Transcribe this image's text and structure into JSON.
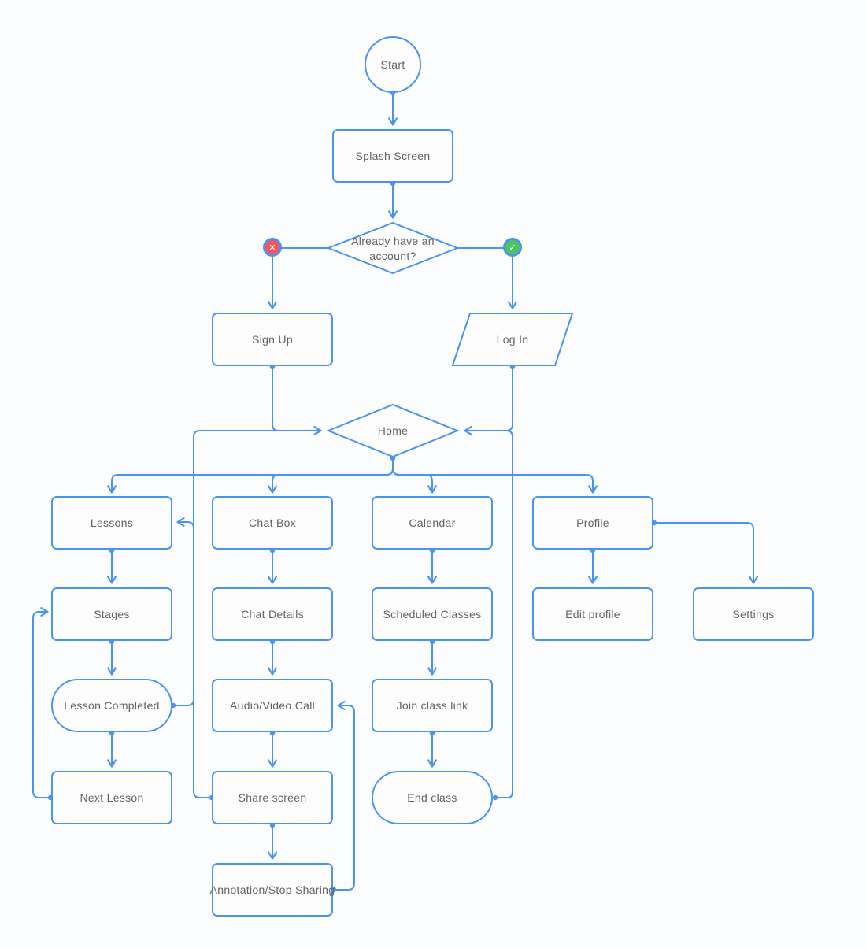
{
  "palette": {
    "line": "#4a94f1",
    "node_border": "#4a94f1",
    "node_fill": "#fdfdfe",
    "text": "#5f6368",
    "background": "#fbfcfd",
    "badge_no": "#f4555e",
    "badge_yes": "#4dc45f",
    "badge_ring": "#4a94f1",
    "badge_glyph": "#ffffff"
  },
  "nodes": {
    "start": {
      "label": "Start",
      "type": "circle"
    },
    "splash": {
      "label": "Splash Screen",
      "type": "rect"
    },
    "account_decision": {
      "label_line1": "Already have an",
      "label_line2": "account?",
      "type": "diamond"
    },
    "sign_up": {
      "label": "Sign Up",
      "type": "rect"
    },
    "log_in": {
      "label": "Log In",
      "type": "parallelogram"
    },
    "home": {
      "label": "Home",
      "type": "diamond"
    },
    "lessons": {
      "label": "Lessons",
      "type": "rect"
    },
    "chat_box": {
      "label": "Chat Box",
      "type": "rect"
    },
    "calendar": {
      "label": "Calendar",
      "type": "rect"
    },
    "profile": {
      "label": "Profile",
      "type": "rect"
    },
    "stages": {
      "label": "Stages",
      "type": "rect"
    },
    "chat_details": {
      "label": "Chat Details",
      "type": "rect"
    },
    "scheduled_classes": {
      "label": "Scheduled Classes",
      "type": "rect"
    },
    "edit_profile": {
      "label": "Edit profile",
      "type": "rect"
    },
    "settings": {
      "label": "Settings",
      "type": "rect"
    },
    "lesson_completed": {
      "label": "Lesson Completed",
      "type": "stadium"
    },
    "audio_video_call": {
      "label": "Audio/Video Call",
      "type": "rect"
    },
    "join_class_link": {
      "label": "Join class link",
      "type": "rect"
    },
    "next_lesson": {
      "label": "Next Lesson",
      "type": "rect"
    },
    "share_screen": {
      "label": "Share screen",
      "type": "rect"
    },
    "end_class": {
      "label": "End class",
      "type": "stadium"
    },
    "annotation": {
      "label": "Annotation/Stop Sharing",
      "type": "rect"
    }
  },
  "badges": {
    "no": {
      "glyph": "✕",
      "meaning": "no"
    },
    "yes": {
      "glyph": "✓",
      "meaning": "yes"
    }
  },
  "edges": [
    {
      "from": "start",
      "to": "splash"
    },
    {
      "from": "splash",
      "to": "account_decision"
    },
    {
      "from": "account_decision",
      "to": "sign_up",
      "condition": "no"
    },
    {
      "from": "account_decision",
      "to": "log_in",
      "condition": "yes"
    },
    {
      "from": "sign_up",
      "to": "home"
    },
    {
      "from": "log_in",
      "to": "home"
    },
    {
      "from": "home",
      "to": "lessons"
    },
    {
      "from": "home",
      "to": "chat_box"
    },
    {
      "from": "home",
      "to": "calendar"
    },
    {
      "from": "home",
      "to": "profile"
    },
    {
      "from": "lessons",
      "to": "stages"
    },
    {
      "from": "stages",
      "to": "lesson_completed"
    },
    {
      "from": "lesson_completed",
      "to": "next_lesson"
    },
    {
      "from": "lesson_completed",
      "to": "lessons"
    },
    {
      "from": "next_lesson",
      "to": "stages"
    },
    {
      "from": "chat_box",
      "to": "chat_details"
    },
    {
      "from": "chat_details",
      "to": "audio_video_call"
    },
    {
      "from": "audio_video_call",
      "to": "share_screen"
    },
    {
      "from": "share_screen",
      "to": "annotation"
    },
    {
      "from": "annotation",
      "to": "audio_video_call"
    },
    {
      "from": "share_screen",
      "to": "home"
    },
    {
      "from": "calendar",
      "to": "scheduled_classes"
    },
    {
      "from": "scheduled_classes",
      "to": "join_class_link"
    },
    {
      "from": "join_class_link",
      "to": "end_class"
    },
    {
      "from": "end_class",
      "to": "home"
    },
    {
      "from": "profile",
      "to": "edit_profile"
    },
    {
      "from": "profile",
      "to": "settings"
    }
  ]
}
